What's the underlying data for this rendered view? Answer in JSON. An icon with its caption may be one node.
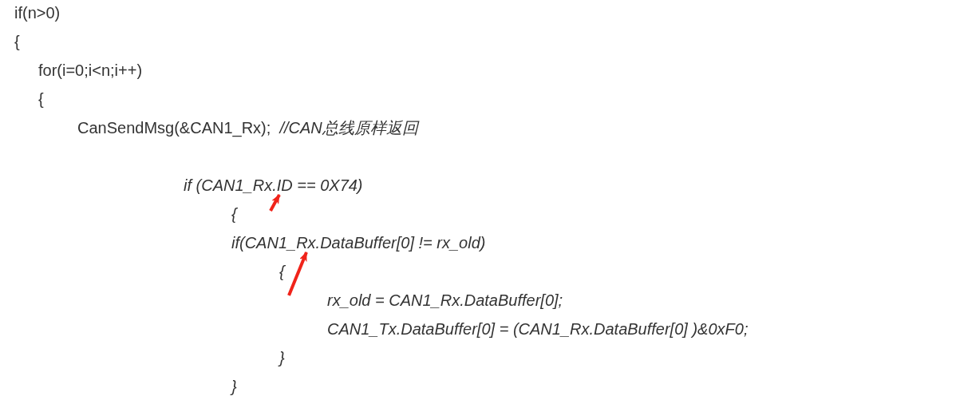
{
  "diagram": {
    "nodes": [
      {
        "text": [
          "if (CAN1_Rx.ID == 0X74)"
        ]
      },
      {
        "text": [
          "if(CAN1_Rx.DataBuffer[0] != rx_old)"
        ]
      }
    ],
    "edges": [
      {
        "from": null,
        "to": 0,
        "arrow": "to"
      },
      {
        "from": null,
        "to": 1,
        "arrow": "to"
      }
    ],
    "labels": [
      "if(n>0)",
      "{",
      "for(i=0;i<n;i++)",
      "{",
      "CanSendMsg(&CAN1_Rx);  *//CAN总线原样返回*",
      "{",
      "{",
      "rx_old = CAN1_Rx.DataBuffer[0];",
      "CAN1_Tx.DataBuffer[0] = (CAN1_Rx.DataBuffer[0] )&0xF0;",
      "}",
      "}"
    ]
  }
}
